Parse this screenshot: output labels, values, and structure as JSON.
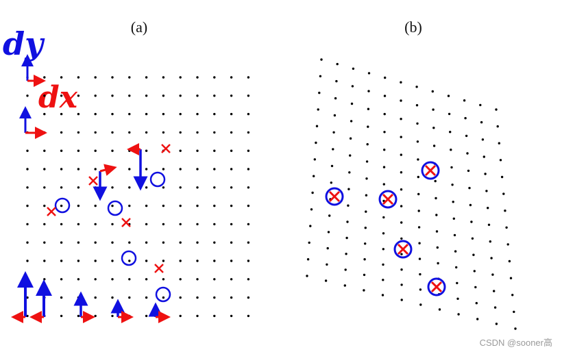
{
  "labels": {
    "panel_a": "(a)",
    "panel_b": "(b)",
    "dy": "dy",
    "dx": "dx"
  },
  "watermark": "CSDN @sooner高",
  "colors": {
    "dot": "#000000",
    "circle": "#1010e0",
    "cross": "#ee1111",
    "arrow_blue": "#1010e0",
    "arrow_red": "#ee1111"
  },
  "panel_a": {
    "grid": {
      "cols": 14,
      "rows": 14
    }
  },
  "panel_b": {
    "grid": {
      "cols": 12,
      "rows": 14
    }
  }
}
